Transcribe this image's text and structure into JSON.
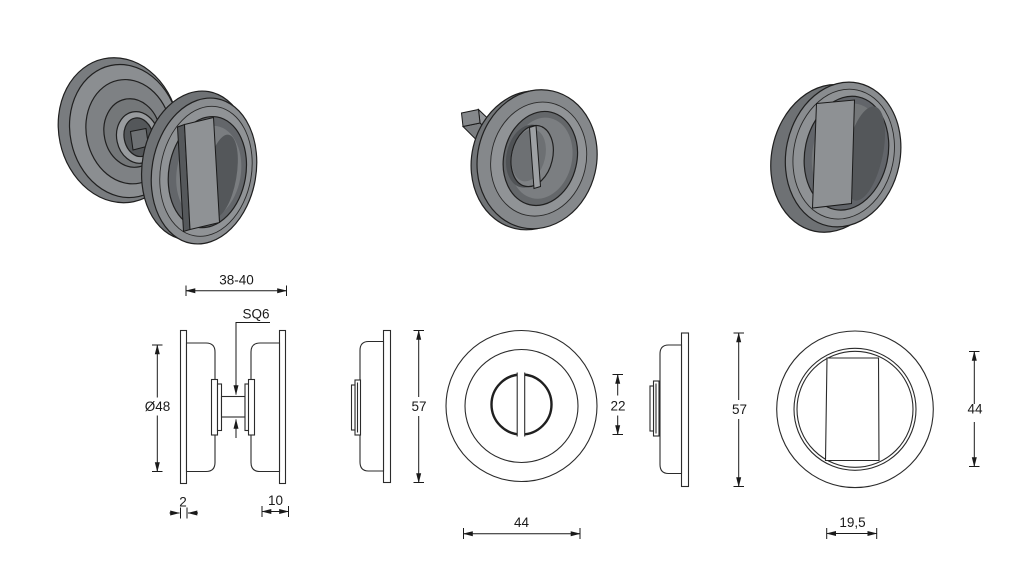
{
  "figures": {
    "left_render": "double-sided-flush-pull-set",
    "middle_render": "rosette-thumbturn-with-spindle",
    "right_render": "blind-flush-pull"
  },
  "palette": {
    "background": "#ffffff",
    "drawing_line": "#2b2b2b",
    "dimension_line": "#1a1a1a",
    "render_light": "#95989b",
    "render_mid": "#85888b",
    "render_dark": "#64676a",
    "render_shadow": "#54575a"
  },
  "dims": {
    "assembly_width": "38-40",
    "assembly_spindle": "SQ6",
    "assembly_diameter": "Ø48",
    "assembly_flange": "2",
    "assembly_depth": "10",
    "rosette_height_a": "57",
    "thumbturn_diameter": "22",
    "recess_diameter_a": "44",
    "rosette_height_b": "57",
    "recess_diameter_b": "44",
    "grip_width": "19,5"
  }
}
